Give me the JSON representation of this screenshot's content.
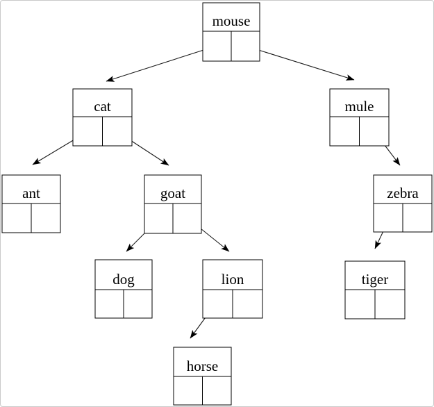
{
  "page": {
    "background_color": "#ffffff",
    "border_color": "#c9c9c9"
  },
  "diagram": {
    "type": "binary-tree-linked-nodes",
    "root": "mouse",
    "colors": {
      "line": "#000000",
      "box_fill": "#ffffff",
      "text": "#000000"
    },
    "nodes": {
      "mouse": {
        "label": "mouse",
        "left_child": "cat",
        "right_child": "mule"
      },
      "cat": {
        "label": "cat",
        "left_child": "ant",
        "right_child": "goat"
      },
      "mule": {
        "label": "mule",
        "left_child": null,
        "right_child": "zebra"
      },
      "ant": {
        "label": "ant",
        "left_child": null,
        "right_child": null
      },
      "goat": {
        "label": "goat",
        "left_child": "dog",
        "right_child": "lion"
      },
      "zebra": {
        "label": "zebra",
        "left_child": "tiger",
        "right_child": null
      },
      "dog": {
        "label": "dog",
        "left_child": null,
        "right_child": null
      },
      "lion": {
        "label": "lion",
        "left_child": "horse",
        "right_child": null
      },
      "tiger": {
        "label": "tiger",
        "left_child": null,
        "right_child": null
      },
      "horse": {
        "label": "horse",
        "left_child": null,
        "right_child": null
      }
    },
    "edges": [
      {
        "from": "mouse",
        "pointer": "left",
        "to": "cat"
      },
      {
        "from": "mouse",
        "pointer": "right",
        "to": "mule"
      },
      {
        "from": "cat",
        "pointer": "left",
        "to": "ant"
      },
      {
        "from": "cat",
        "pointer": "right",
        "to": "goat"
      },
      {
        "from": "goat",
        "pointer": "left",
        "to": "dog"
      },
      {
        "from": "goat",
        "pointer": "right",
        "to": "lion"
      },
      {
        "from": "mule",
        "pointer": "right",
        "to": "zebra"
      },
      {
        "from": "zebra",
        "pointer": "left",
        "to": "tiger"
      },
      {
        "from": "lion",
        "pointer": "left",
        "to": "horse"
      }
    ]
  }
}
